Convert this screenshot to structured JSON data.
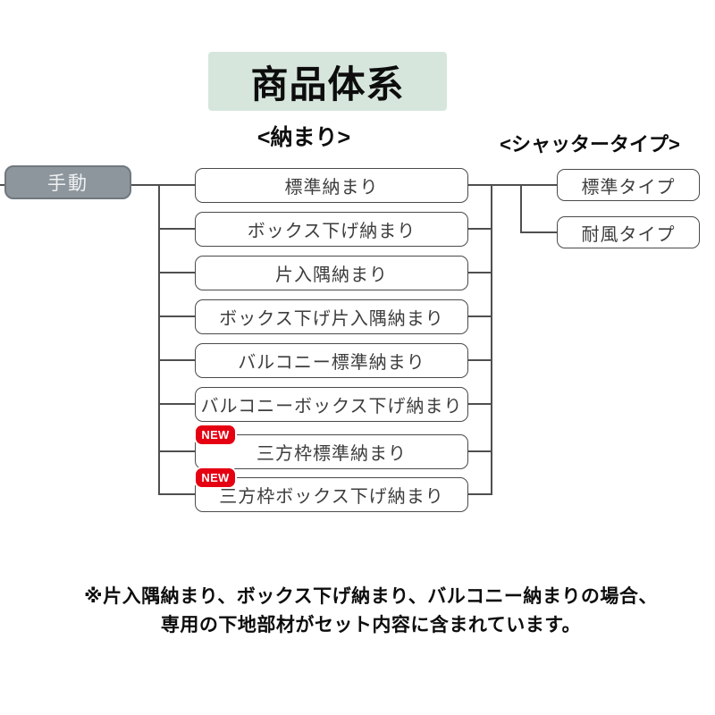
{
  "title": "商品体系",
  "headings": {
    "left": "<納まり>",
    "right": "<シャッタータイプ>"
  },
  "root": {
    "label": "手動"
  },
  "badge_label": "NEW",
  "osamari_items": [
    {
      "label": "標準納まり",
      "new": false
    },
    {
      "label": "ボックス下げ納まり",
      "new": false
    },
    {
      "label": "片入隅納まり",
      "new": false
    },
    {
      "label": "ボックス下げ片入隅納まり",
      "new": false
    },
    {
      "label": "バルコニー標準納まり",
      "new": false
    },
    {
      "label": "バルコニーボックス下げ納まり",
      "new": false
    },
    {
      "label": "三方枠標準納まり",
      "new": true
    },
    {
      "label": "三方枠ボックス下げ納まり",
      "new": true
    }
  ],
  "shutter_types": [
    {
      "label": "標準タイプ"
    },
    {
      "label": "耐風タイプ"
    }
  ],
  "note": {
    "line1": "※片入隅納まり、ボックス下げ納まり、バルコニー納まりの場合、",
    "line2": "専用の下地部材がセット内容に含まれています。"
  },
  "colors": {
    "title_bg": "#d7e6dd",
    "root_fill": "#8e969d",
    "root_border": "#70787f",
    "badge_red": "#e50012",
    "line": "#4f4f4f",
    "box_border": "#4a4a4a",
    "box_text": "#3d3d3d"
  }
}
